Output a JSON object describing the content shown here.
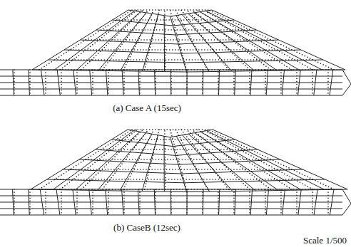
{
  "diagram": {
    "labels": [
      "(a) Case A (15sec)",
      "(b) CaseB (12sec)",
      "Scale 1/500"
    ]
  }
}
